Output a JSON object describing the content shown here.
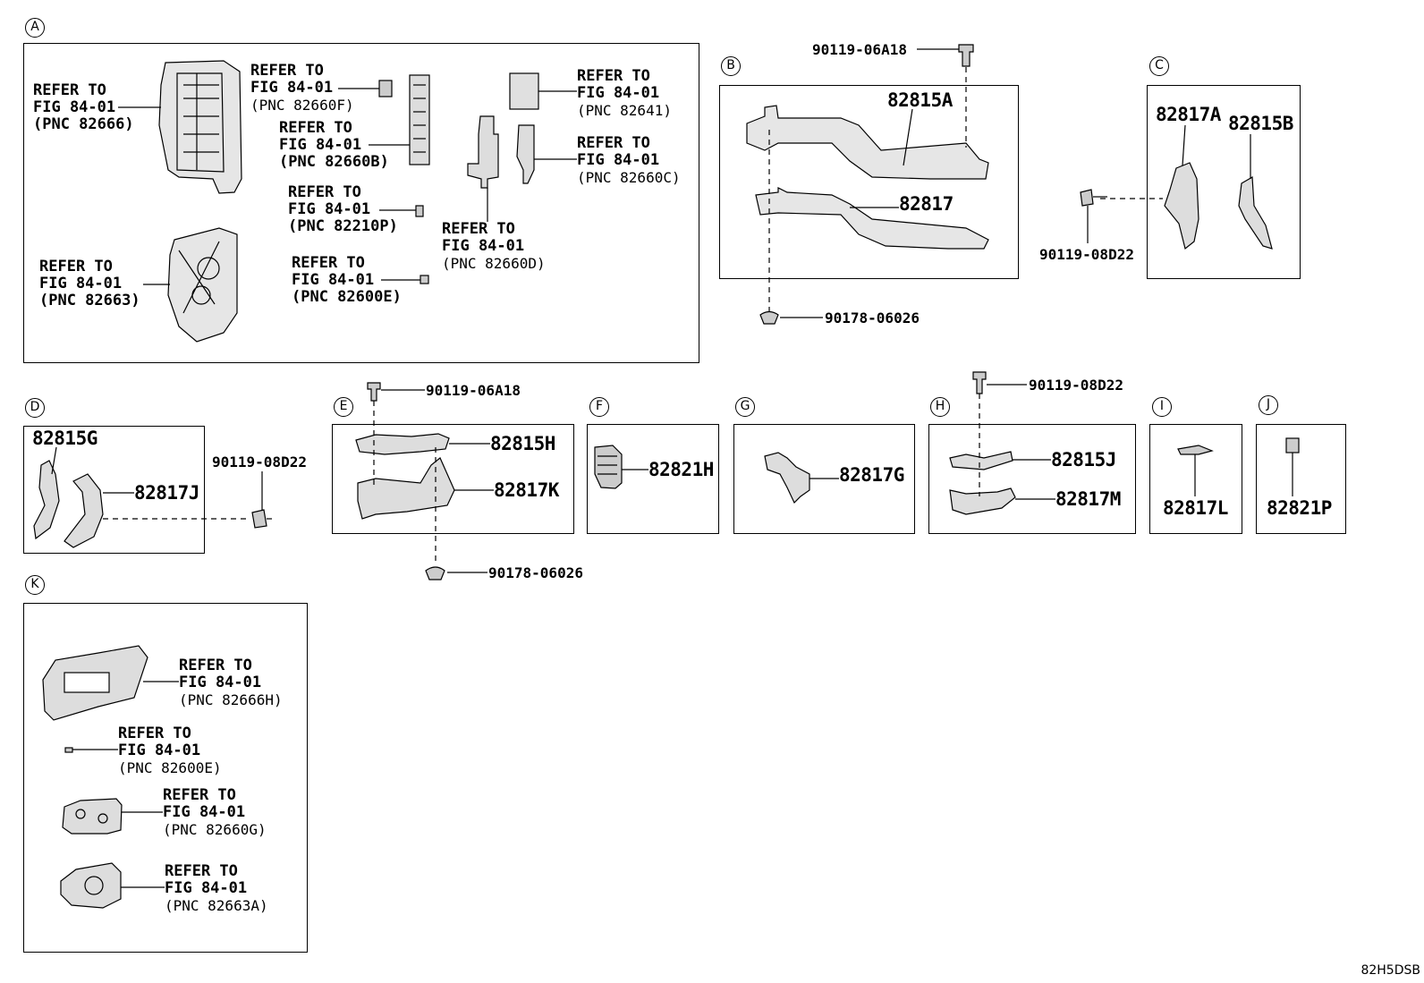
{
  "sections": {
    "A": {
      "label": "A"
    },
    "B": {
      "label": "B"
    },
    "C": {
      "label": "C"
    },
    "D": {
      "label": "D"
    },
    "E": {
      "label": "E"
    },
    "F": {
      "label": "F"
    },
    "G": {
      "label": "G"
    },
    "H": {
      "label": "H"
    },
    "I": {
      "label": "I"
    },
    "J": {
      "label": "J"
    },
    "K": {
      "label": "K"
    }
  },
  "refer": {
    "a1": {
      "line1": "REFER TO",
      "line2": "FIG 84-01",
      "pnc": "(PNC 82666)"
    },
    "a2": {
      "line1": "REFER TO",
      "line2": "FIG 84-01",
      "pnc": "(PNC 82663)"
    },
    "a3": {
      "line1": "REFER TO",
      "line2": "FIG 84-01",
      "pnc": "(PNC 82660F)"
    },
    "a4": {
      "line1": "REFER TO",
      "line2": "FIG 84-01",
      "pnc": "(PNC 82660B)"
    },
    "a5": {
      "line1": "REFER TO",
      "line2": "FIG 84-01",
      "pnc": "(PNC 82210P)"
    },
    "a6": {
      "line1": "REFER TO",
      "line2": "FIG 84-01",
      "pnc": "(PNC 82600E)"
    },
    "a7": {
      "line1": "REFER TO",
      "line2": "FIG 84-01",
      "pnc": "(PNC 82660D)"
    },
    "a8": {
      "line1": "REFER TO",
      "line2": "FIG 84-01",
      "pnc": "(PNC 82641)"
    },
    "a9": {
      "line1": "REFER TO",
      "line2": "FIG 84-01",
      "pnc": "(PNC 82660C)"
    },
    "k1": {
      "line1": "REFER TO",
      "line2": "FIG 84-01",
      "pnc": "(PNC 82666H)"
    },
    "k2": {
      "line1": "REFER TO",
      "line2": "FIG 84-01",
      "pnc": "(PNC 82600E)"
    },
    "k3": {
      "line1": "REFER TO",
      "line2": "FIG 84-01",
      "pnc": "(PNC 82660G)"
    },
    "k4": {
      "line1": "REFER TO",
      "line2": "FIG 84-01",
      "pnc": "(PNC 82663A)"
    }
  },
  "parts": {
    "p82815A": "82815A",
    "p82817": "82817",
    "p82817A": "82817A",
    "p82815B": "82815B",
    "p82815G": "82815G",
    "p82817J": "82817J",
    "p82815H": "82815H",
    "p82817K": "82817K",
    "p82821H": "82821H",
    "p82817G": "82817G",
    "p82815J": "82815J",
    "p82817M": "82817M",
    "p82817L": "82817L",
    "p82821P": "82821P"
  },
  "fasteners": {
    "b_bolt": "90119-06A18",
    "b_clip": "90178-06026",
    "c_bolt": "90119-08D22",
    "d_bolt": "90119-08D22",
    "e_bolt": "90119-06A18",
    "e_clip": "90178-06026",
    "h_bolt": "90119-08D22"
  },
  "diagram_code": "82H5DSB"
}
